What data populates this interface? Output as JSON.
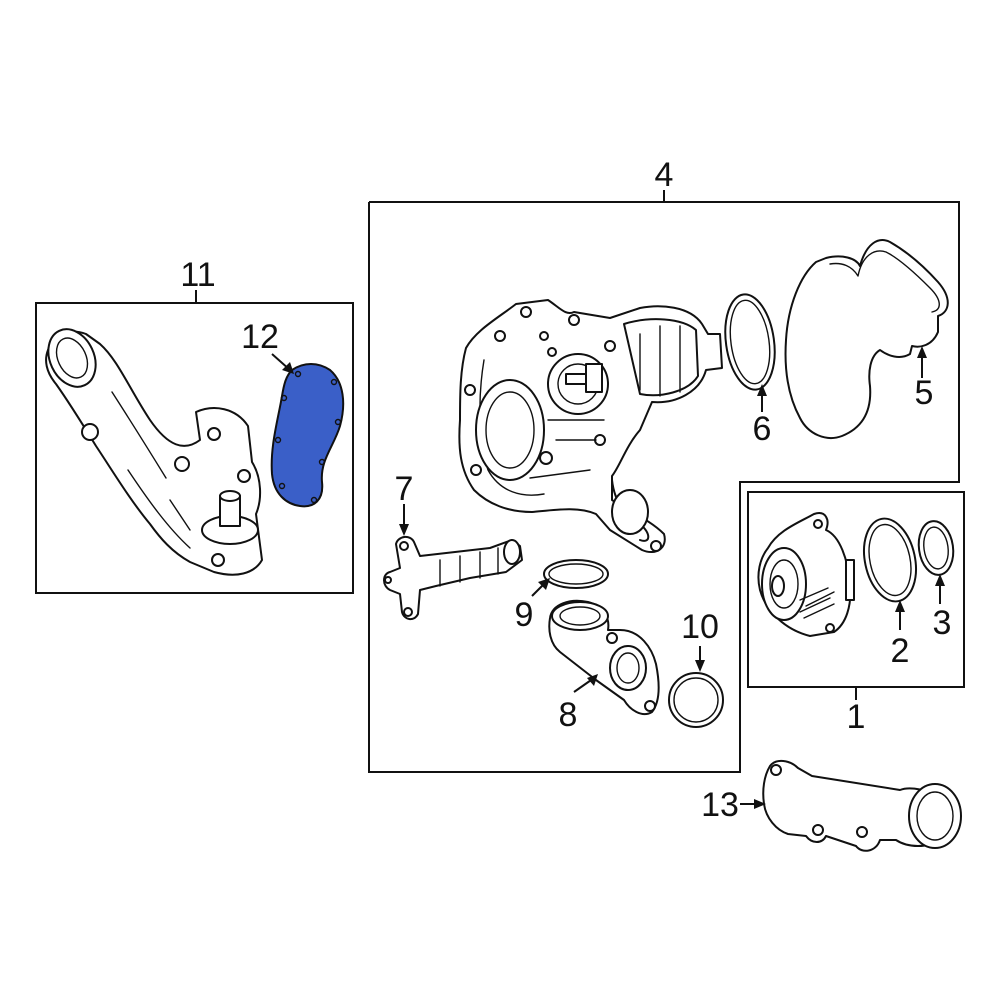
{
  "callouts": {
    "c1": "1",
    "c2": "2",
    "c3": "3",
    "c4": "4",
    "c5": "5",
    "c6": "6",
    "c7": "7",
    "c8": "8",
    "c9": "9",
    "c10": "10",
    "c11": "11",
    "c12": "12",
    "c13": "13"
  },
  "colors": {
    "highlight": "#3a5fc8",
    "line": "#111111",
    "background": "#ffffff"
  }
}
